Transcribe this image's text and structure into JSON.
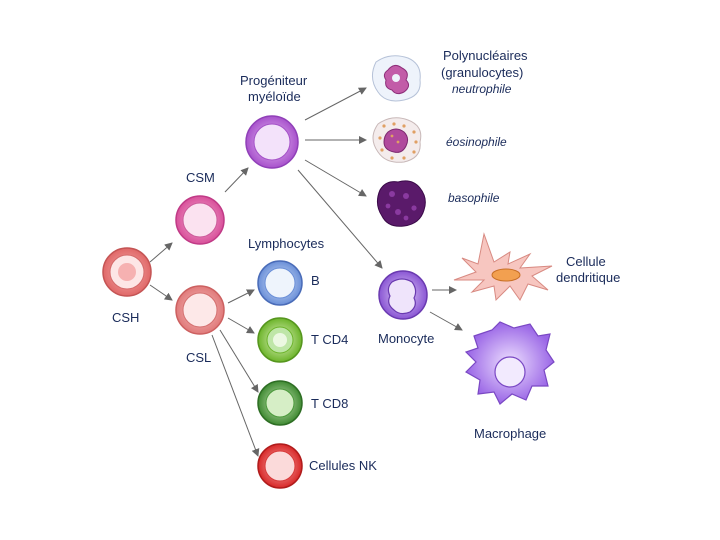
{
  "labels": {
    "csh": "CSH",
    "csm": "CSM",
    "csl": "CSL",
    "progenitor_line1": "Progéniteur",
    "progenitor_line2": "myéloïde",
    "polynuclear_line1": "Polynucléaires",
    "polynuclear_line2": "(granulocytes)",
    "neutrophil": "neutrophile",
    "eosinophil": "éosinophile",
    "basophil": "basophile",
    "lymphocytes": "Lymphocytes",
    "b_cell": "B",
    "cd4": "T CD4",
    "cd8": "T CD8",
    "nk": "Cellules NK",
    "monocyte": "Monocyte",
    "dendritic_line1": "Cellule",
    "dendritic_line2": "dendritique",
    "macrophage": "Macrophage"
  },
  "colors": {
    "csh": "#e87878",
    "csm": "#e06aa8",
    "csl": "#e88a8a",
    "progenitor": "#b866d6",
    "b_cell": "#6a8fd8",
    "cd4": "#7cc03a",
    "cd8": "#4c9a3c",
    "nk": "#e03a3a",
    "monocyte": "#9660d8",
    "macrophage": "#a070e8",
    "dendritic": "#f3b0aa",
    "basophil": "#5a1a6a",
    "arrow": "#666666"
  },
  "icons": [
    "arrow-icon",
    "cell-icon"
  ]
}
